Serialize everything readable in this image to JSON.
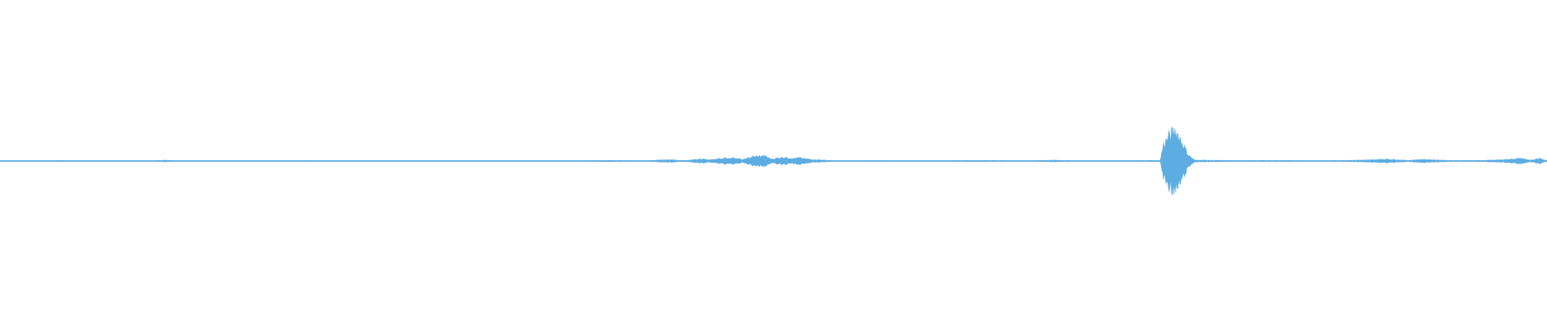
{
  "waveform": {
    "color": "#5dade2",
    "background": "#ffffff",
    "duration_fraction_peaks": [
      {
        "t": 0.0,
        "a": 0.01
      },
      {
        "t": 0.02,
        "a": 0.012
      },
      {
        "t": 0.04,
        "a": 0.015
      },
      {
        "t": 0.06,
        "a": 0.01
      },
      {
        "t": 0.08,
        "a": 0.008
      },
      {
        "t": 0.1,
        "a": 0.01
      },
      {
        "t": 0.107,
        "a": 0.03
      },
      {
        "t": 0.112,
        "a": 0.012
      },
      {
        "t": 0.15,
        "a": 0.01
      },
      {
        "t": 0.18,
        "a": 0.012
      },
      {
        "t": 0.2,
        "a": 0.015
      },
      {
        "t": 0.23,
        "a": 0.01
      },
      {
        "t": 0.26,
        "a": 0.008
      },
      {
        "t": 0.3,
        "a": 0.008
      },
      {
        "t": 0.35,
        "a": 0.007
      },
      {
        "t": 0.397,
        "a": 0.02
      },
      {
        "t": 0.415,
        "a": 0.01
      },
      {
        "t": 0.434,
        "a": 0.04
      },
      {
        "t": 0.44,
        "a": 0.02
      },
      {
        "t": 0.445,
        "a": 0.02
      },
      {
        "t": 0.454,
        "a": 0.07
      },
      {
        "t": 0.458,
        "a": 0.03
      },
      {
        "t": 0.466,
        "a": 0.08
      },
      {
        "t": 0.475,
        "a": 0.1
      },
      {
        "t": 0.48,
        "a": 0.04
      },
      {
        "t": 0.486,
        "a": 0.13
      },
      {
        "t": 0.494,
        "a": 0.16
      },
      {
        "t": 0.499,
        "a": 0.06
      },
      {
        "t": 0.506,
        "a": 0.12
      },
      {
        "t": 0.513,
        "a": 0.08
      },
      {
        "t": 0.516,
        "a": 0.1
      },
      {
        "t": 0.524,
        "a": 0.05
      },
      {
        "t": 0.54,
        "a": 0.012
      },
      {
        "t": 0.57,
        "a": 0.015
      },
      {
        "t": 0.6,
        "a": 0.01
      },
      {
        "t": 0.634,
        "a": 0.02
      },
      {
        "t": 0.66,
        "a": 0.01
      },
      {
        "t": 0.682,
        "a": 0.025
      },
      {
        "t": 0.7,
        "a": 0.01
      },
      {
        "t": 0.74,
        "a": 0.015
      },
      {
        "t": 0.75,
        "a": 0.02
      },
      {
        "t": 0.752,
        "a": 0.5
      },
      {
        "t": 0.756,
        "a": 0.8
      },
      {
        "t": 0.76,
        "a": 0.95
      },
      {
        "t": 0.764,
        "a": 0.6
      },
      {
        "t": 0.768,
        "a": 0.2
      },
      {
        "t": 0.772,
        "a": 0.03
      },
      {
        "t": 0.8,
        "a": 0.012
      },
      {
        "t": 0.822,
        "a": 0.02
      },
      {
        "t": 0.85,
        "a": 0.01
      },
      {
        "t": 0.884,
        "a": 0.03
      },
      {
        "t": 0.896,
        "a": 0.06
      },
      {
        "t": 0.91,
        "a": 0.02
      },
      {
        "t": 0.919,
        "a": 0.05
      },
      {
        "t": 0.94,
        "a": 0.015
      },
      {
        "t": 0.96,
        "a": 0.02
      },
      {
        "t": 0.972,
        "a": 0.04
      },
      {
        "t": 0.982,
        "a": 0.08
      },
      {
        "t": 0.99,
        "a": 0.03
      },
      {
        "t": 0.995,
        "a": 0.08
      },
      {
        "t": 1.0,
        "a": 0.01
      }
    ]
  }
}
